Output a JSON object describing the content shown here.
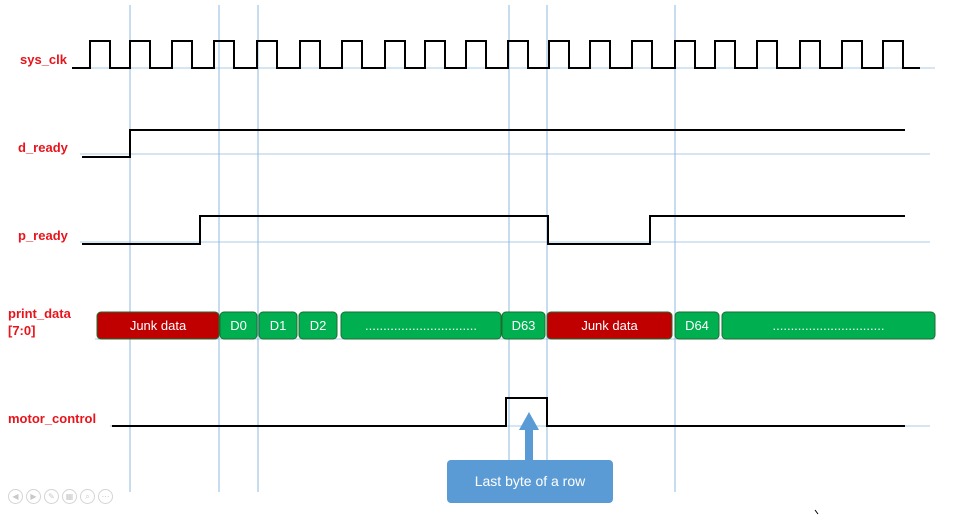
{
  "signals": {
    "sys_clk": "sys_clk",
    "d_ready": "d_ready",
    "p_ready": "p_ready",
    "print_data_line1": "print_data",
    "print_data_line2": "[7:0]",
    "motor_control": "motor_control"
  },
  "data_segments": [
    {
      "label": "Junk data",
      "color": "#c00000"
    },
    {
      "label": "D0",
      "color": "#00b050"
    },
    {
      "label": "D1",
      "color": "#00b050"
    },
    {
      "label": "D2",
      "color": "#00b050"
    },
    {
      "label": "...............................",
      "color": "#00b050"
    },
    {
      "label": "D63",
      "color": "#00b050"
    },
    {
      "label": "Junk data",
      "color": "#c00000"
    },
    {
      "label": "D64",
      "color": "#00b050"
    },
    {
      "label": "...............................",
      "color": "#00b050"
    }
  ],
  "callout": {
    "text": "Last byte of a row",
    "color": "#5b9bd5"
  },
  "colors": {
    "label": "#e8141b",
    "trace": "#000000",
    "gridline": "#9dc3e6",
    "segment_border": "#1f6b30"
  },
  "nav_icons": [
    "prev-icon",
    "next-icon",
    "pen-icon",
    "slides-icon",
    "zoom-icon",
    "more-icon"
  ]
}
